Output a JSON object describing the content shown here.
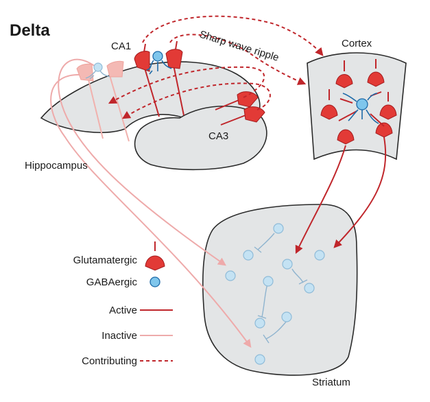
{
  "title": "Delta",
  "regions": {
    "ca1": "CA1",
    "ca3": "CA3",
    "hippocampus": "Hippocampus",
    "cortex": "Cortex",
    "striatum": "Striatum"
  },
  "event_label": "Sharp wave ripple",
  "legend": {
    "glutamatergic": "Glutamatergic",
    "gabaergic": "GABAergic",
    "active": "Active",
    "inactive": "Inactive",
    "contributing": "Contributing"
  },
  "colors": {
    "active": "#c0262b",
    "inactive": "#eeaaaa",
    "glutamatergic": "#e23a36",
    "gabaergic": "#7fc6ec",
    "region_fill": "#e3e5e6"
  }
}
